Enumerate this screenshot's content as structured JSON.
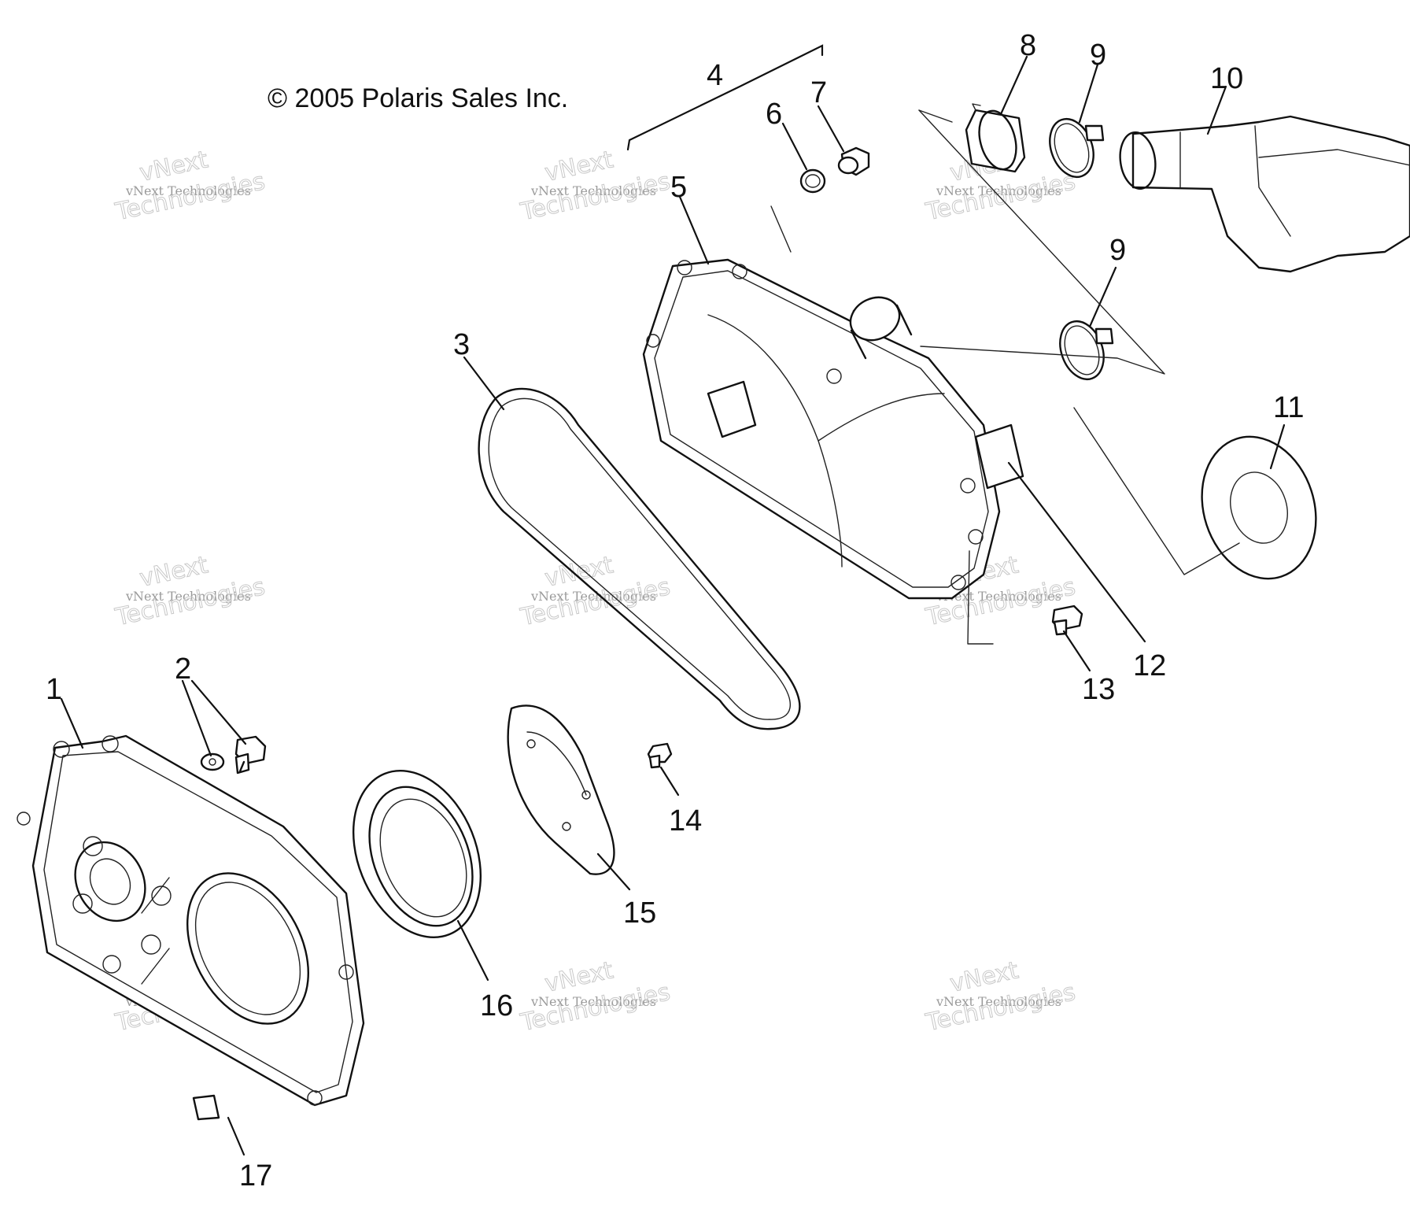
{
  "copyright": "© 2005 Polaris Sales Inc.",
  "watermark": {
    "line_small": "vNext Technologies",
    "line_big": "Technologies",
    "line_top": "vNext"
  },
  "callouts": [
    "1",
    "2",
    "3",
    "4",
    "5",
    "6",
    "7",
    "8",
    "9",
    "9",
    "10",
    "11",
    "12",
    "13",
    "14",
    "15",
    "16",
    "17"
  ]
}
